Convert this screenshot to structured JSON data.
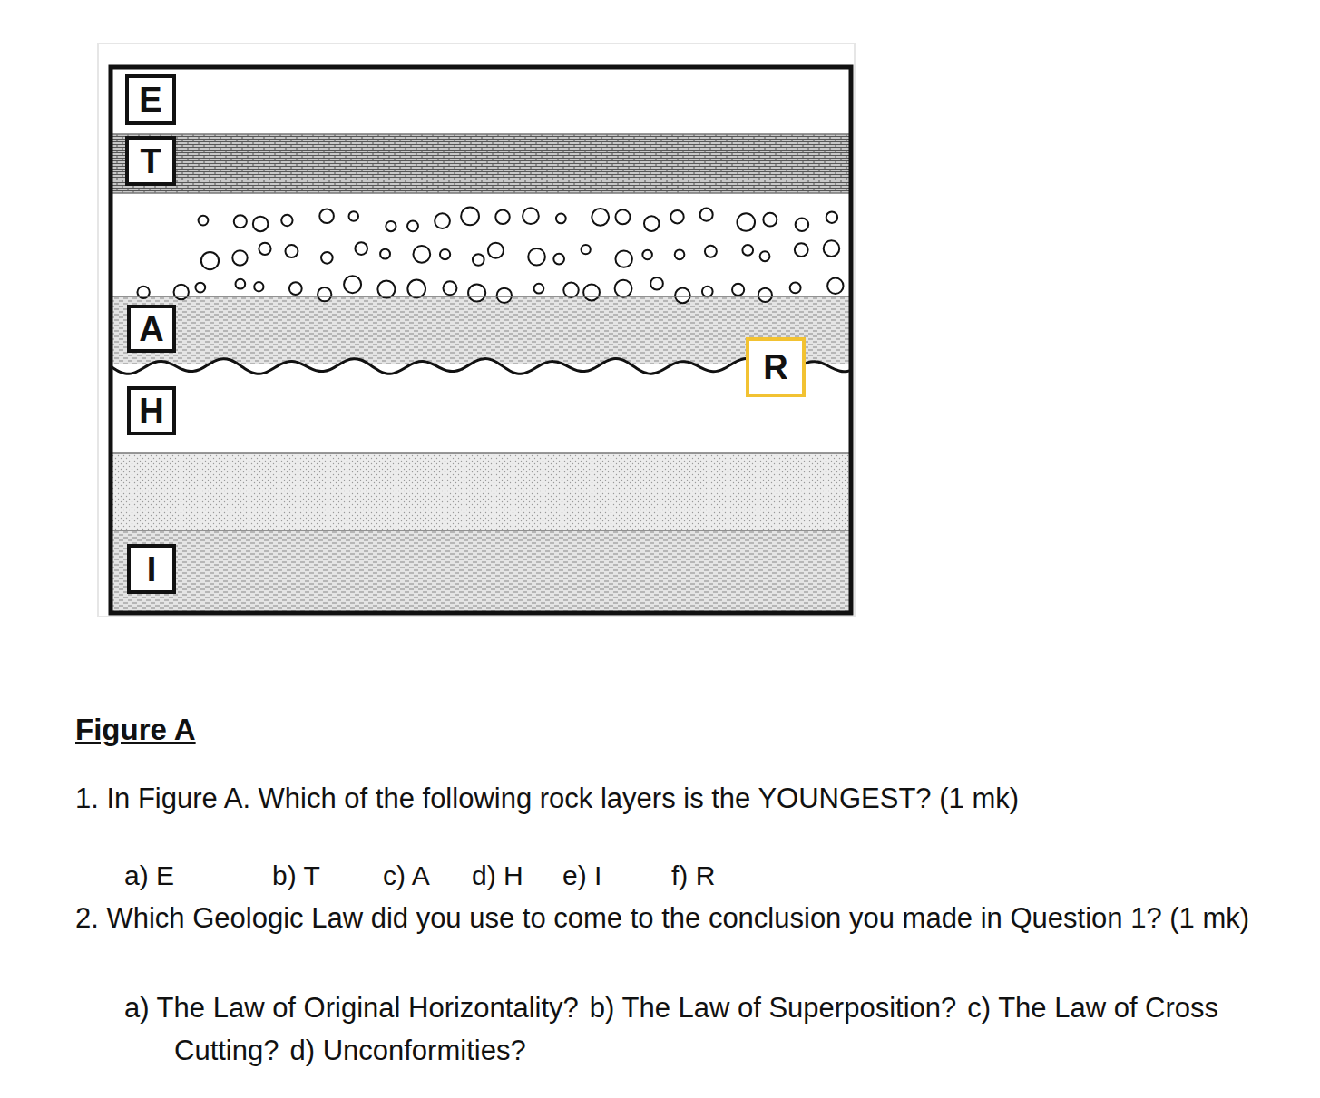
{
  "diagram": {
    "caption": "Figure A",
    "nodes": [
      {
        "text": [
          "E"
        ]
      },
      {
        "text": [
          "T"
        ]
      },
      {
        "text": [
          "A"
        ]
      },
      {
        "text": [
          "H"
        ]
      },
      {
        "text": [
          "I"
        ]
      },
      {
        "text": [
          "R"
        ]
      }
    ],
    "labels": [
      "1. In Figure A. Which of the following rock layers is the YOUNGEST? (1 mk)",
      "a) E",
      "b) T",
      "c) A",
      "d) H",
      "e) I",
      "f) R",
      "2. Which Geologic Law did you use to come to the conclusion you made in Question 1? (1 mk)",
      "a) The Law of Original Horizontality?",
      "b) The Law of Superposition?",
      "c) The Law of Cross Cutting?",
      "d) Unconformities?"
    ]
  }
}
